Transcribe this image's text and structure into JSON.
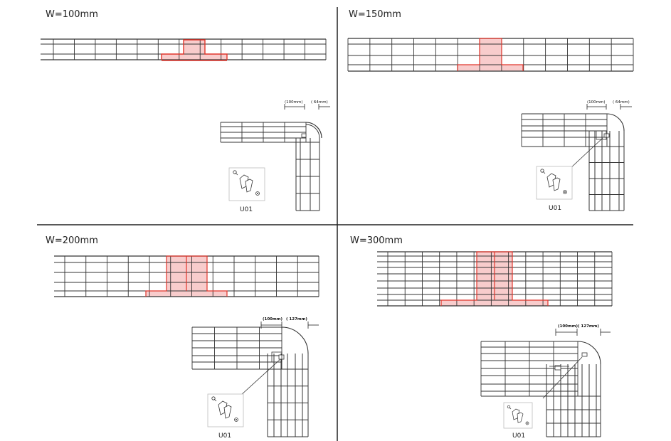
{
  "quadrants": [
    {
      "title": "W=100mm",
      "dim_left": "(100mm)",
      "dim_right": "( 64mm)",
      "part_code": "U01"
    },
    {
      "title": "W=150mm",
      "dim_left": "(100mm)",
      "dim_right": "( 64mm)",
      "part_code": "U01"
    },
    {
      "title": "W=200mm",
      "dim_left": "(100mm)",
      "dim_right": "( 127mm)",
      "part_code": "U01"
    },
    {
      "title": "W=300mm",
      "dim_left": "(100mm)",
      "dim_right": "( 127mm)",
      "part_code": "U01"
    }
  ],
  "colors": {
    "highlight_fill": "#f8cccc",
    "highlight_stroke": "#e0352b",
    "grid": "#333333",
    "divider": "#222222"
  }
}
